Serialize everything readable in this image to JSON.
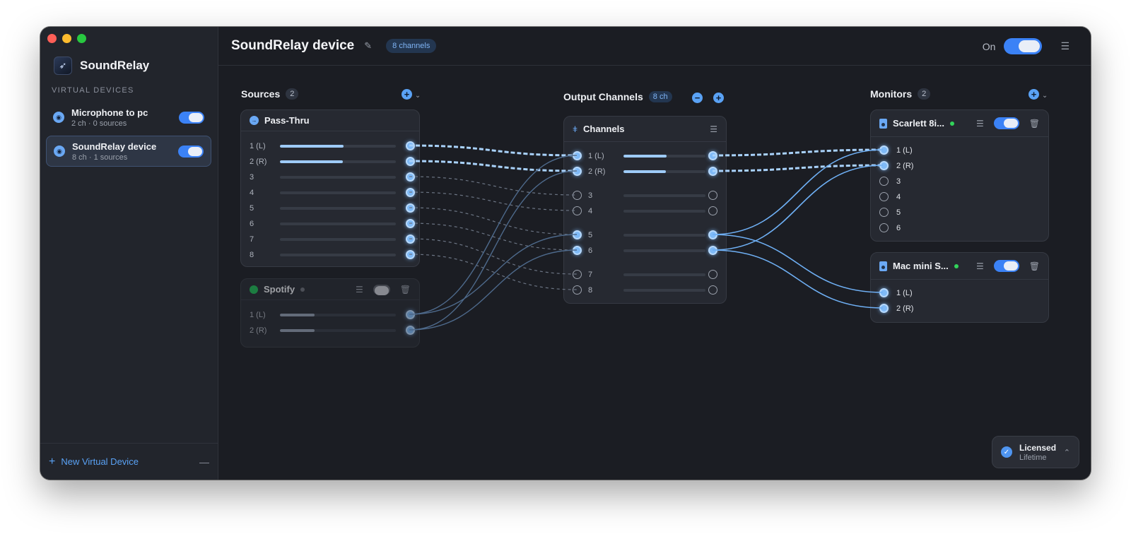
{
  "app": {
    "name": "SoundRelay"
  },
  "sidebar": {
    "section": "VIRTUAL DEVICES",
    "devices": [
      {
        "name": "Microphone to pc",
        "meta": "2 ch · 0 sources",
        "enabled": true,
        "selected": false
      },
      {
        "name": "SoundRelay device",
        "meta": "8 ch · 1 sources",
        "enabled": true,
        "selected": true
      }
    ],
    "new_device_label": "New Virtual Device",
    "remove_label": "—"
  },
  "header": {
    "title": "SoundRelay device",
    "channels_pill": "8 channels",
    "on_label": "On"
  },
  "sources": {
    "label": "Sources",
    "count": "2",
    "cards": [
      {
        "name": "Pass-Thru",
        "channels": [
          "1 (L)",
          "2 (R)",
          "3",
          "4",
          "5",
          "6",
          "7",
          "8"
        ],
        "levels": [
          0.55,
          0.54,
          0,
          0,
          0,
          0,
          0,
          0
        ]
      },
      {
        "name": "Spotify",
        "channels": [
          "1 (L)",
          "2 (R)"
        ],
        "levels": [
          0.3,
          0.3
        ]
      }
    ]
  },
  "output": {
    "label": "Output Channels",
    "count": "8 ch",
    "card_title": "Channels",
    "channels": [
      "1 (L)",
      "2 (R)",
      "3",
      "4",
      "5",
      "6",
      "7",
      "8"
    ],
    "levels": [
      0.53,
      0.52,
      0,
      0,
      0,
      0,
      0,
      0
    ]
  },
  "monitors": {
    "label": "Monitors",
    "count": "2",
    "cards": [
      {
        "name": "Scarlett 8i...",
        "channels": [
          "1 (L)",
          "2 (R)",
          "3",
          "4",
          "5",
          "6"
        ]
      },
      {
        "name": "Mac mini S...",
        "channels": [
          "1 (L)",
          "2 (R)"
        ]
      }
    ]
  },
  "license": {
    "title": "Licensed",
    "subtitle": "Lifetime"
  },
  "colors": {
    "accent": "#3b82f6",
    "wire": "#7fbaf7",
    "status_on": "#32d35a"
  }
}
